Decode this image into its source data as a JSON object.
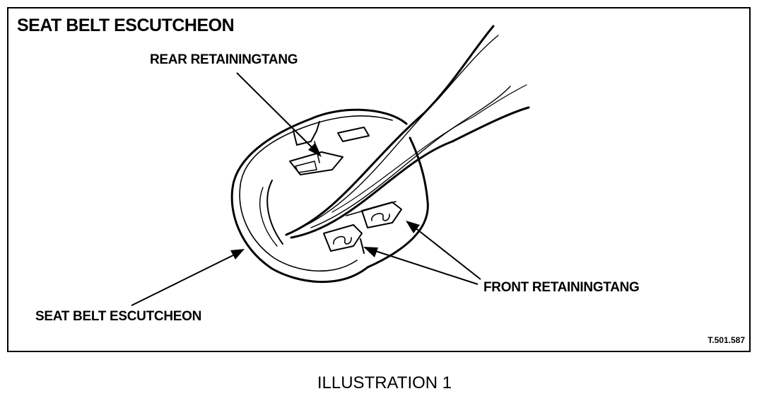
{
  "title": "SEAT BELT ESCUTCHEON",
  "labels": {
    "rear_tang": "REAR RETAININGTANG",
    "front_tang": "FRONT RETAININGTANG",
    "escutcheon": "SEAT BELT ESCUTCHEON"
  },
  "reference_code": "T.501.587",
  "caption": "ILLUSTRATION 1"
}
